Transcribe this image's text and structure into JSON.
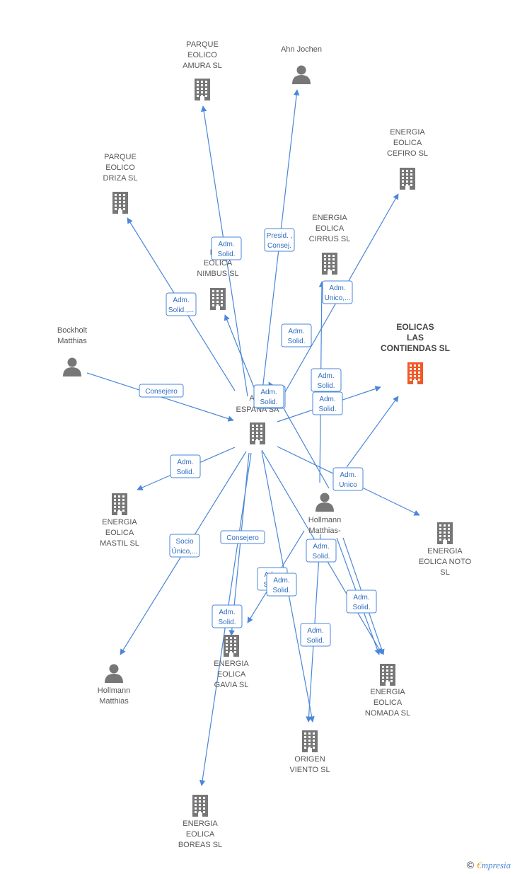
{
  "colors": {
    "edge": "#4a87d8",
    "company": "#777777",
    "person": "#777777",
    "highlight": "#f05a28"
  },
  "nodes": [
    {
      "id": "abo",
      "type": "company",
      "label": [
        "ABO",
        "ESPAÑA SA"
      ]
    },
    {
      "id": "amura",
      "type": "company",
      "label": [
        "PARQUE",
        "EOLICO",
        "AMURA SL"
      ]
    },
    {
      "id": "ahn",
      "type": "person",
      "label": [
        "Ahn Jochen"
      ]
    },
    {
      "id": "cefiro",
      "type": "company",
      "label": [
        "ENERGIA",
        "EOLICA",
        "CEFIRO  SL"
      ]
    },
    {
      "id": "driza",
      "type": "company",
      "label": [
        "PARQUE",
        "EOLICO",
        "DRIZA SL"
      ]
    },
    {
      "id": "cirrus",
      "type": "company",
      "label": [
        "ENERGIA",
        "EOLICA",
        "CIRRUS SL"
      ]
    },
    {
      "id": "nimbus",
      "type": "company",
      "label": [
        "ENE",
        "EOLICA",
        "NIMBUS SL"
      ]
    },
    {
      "id": "contiendas",
      "type": "company",
      "highlight": true,
      "label": [
        "EOLICAS",
        "LAS",
        "CONTIENDAS SL"
      ]
    },
    {
      "id": "bockholt",
      "type": "person",
      "label": [
        "Bockholt",
        "Matthias"
      ]
    },
    {
      "id": "mastil",
      "type": "company",
      "label": [
        "ENERGIA",
        "EOLICA",
        "MASTIL SL"
      ]
    },
    {
      "id": "hollmann_mid",
      "type": "person",
      "label": [
        "Hollmann",
        "Matthias-"
      ]
    },
    {
      "id": "noto",
      "type": "company",
      "label": [
        "ENERGIA",
        "EOLICA NOTO",
        "SL"
      ]
    },
    {
      "id": "hollmann_low",
      "type": "person",
      "label": [
        "Hollmann",
        "Matthias"
      ]
    },
    {
      "id": "gavia",
      "type": "company",
      "label": [
        "ENERGIA",
        "EOLICA",
        "GAVIA SL"
      ]
    },
    {
      "id": "nomada",
      "type": "company",
      "label": [
        "ENERGIA",
        "EOLICA",
        "NOMADA SL"
      ]
    },
    {
      "id": "origen",
      "type": "company",
      "label": [
        "ORIGEN",
        "VIENTO  SL"
      ]
    },
    {
      "id": "boreas",
      "type": "company",
      "label": [
        "ENERGIA",
        "EOLICA",
        "BOREAS SL"
      ]
    }
  ],
  "relations": [
    {
      "label": [
        "Adm.",
        "Solid."
      ]
    },
    {
      "label": [
        "Presid. ,",
        "Consej."
      ]
    },
    {
      "label": [
        "Adm.",
        "Solid.,..."
      ]
    },
    {
      "label": [
        "Adm.",
        "Unico,..."
      ]
    },
    {
      "label": [
        "Adm.",
        "Solid."
      ]
    },
    {
      "label": [
        "Adm.",
        "Solid."
      ]
    },
    {
      "label": [
        "Adm.",
        "Solid."
      ]
    },
    {
      "label": [
        "Adm.",
        "Solid."
      ]
    },
    {
      "label": [
        "Consejero"
      ]
    },
    {
      "label": [
        "Adm.",
        "Solid."
      ]
    },
    {
      "label": [
        "Adm.",
        "Unico"
      ]
    },
    {
      "label": [
        "Socio",
        "Único,..."
      ]
    },
    {
      "label": [
        "Consejero"
      ]
    },
    {
      "label": [
        "Adm.",
        "Solid."
      ]
    },
    {
      "label": [
        "Adm.",
        "Solid."
      ]
    },
    {
      "label": [
        "Adm.",
        "Solid."
      ]
    },
    {
      "label": [
        "Adm.",
        "Solid."
      ]
    },
    {
      "label": [
        "Adm.",
        "Solid."
      ]
    },
    {
      "label": [
        "Adm.",
        "Solid."
      ]
    },
    {
      "label": [
        "Adm.",
        "Solid."
      ]
    }
  ],
  "footer": {
    "copyright": "©",
    "brand_first": "€",
    "brand_rest": "mpresia"
  }
}
